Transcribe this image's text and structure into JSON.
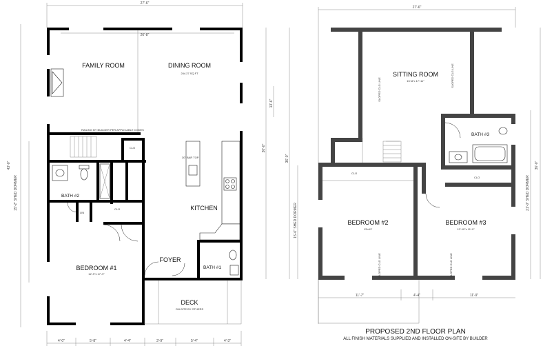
{
  "first_floor": {
    "rooms": {
      "family_room": "FAMILY ROOM",
      "dining_room": "DINING ROOM",
      "kitchen": "KITCHEN",
      "bath_2": "BATH #2",
      "bath_1": "BATH #1",
      "bedroom_1": "BEDROOM #1",
      "bedroom_1_size": "12'-9\"x 17'-9\"",
      "foyer": "FOYER",
      "deck": "DECK",
      "deck_note": "ON-SITE BY OTHERS",
      "clo_1": "CLO",
      "clo_2": "CLO",
      "lin": "LIN"
    },
    "notes": {
      "dining_sqft": "244.27 SQ FT",
      "stair_note": "RAILING BY BUILDER PER APPLICABLE CODES",
      "bar_top": "30\" BAR TOP"
    },
    "dimensions": {
      "top_overall": "27'-6\"",
      "top_inner": "26'-8\"",
      "left_overall": "43'-0\"",
      "left_shed": "15'-2\" SHED DORMER",
      "right_inner": "30'-0\"",
      "right_small": "13'-6\"",
      "bottom": [
        "4'-0\"",
        "5'-8\"",
        "4'-4\"",
        "3'-9\"",
        "5'-4\"",
        "4'-3\""
      ]
    }
  },
  "second_floor": {
    "title": "PROPOSED 2ND FLOOR PLAN",
    "subtitle": "ALL FINISH MATERIALS SUPPLIED AND INSTALLED ON-SITE BY BUILDER",
    "rooms": {
      "sitting_room": "SITTING ROOM",
      "sitting_room_size": "15'-8\"x 17'-11\"",
      "bath_3": "BATH #3",
      "bedroom_2": "BEDROOM #2",
      "bedroom_2_size": "13'x12'",
      "bedroom_3": "BEDROOM #3",
      "bedroom_3_size": "12'-10\"x 11'-9\"",
      "clo_1": "CLO",
      "clo_2": "CLO"
    },
    "notes": {
      "sloped_1": "SLOPED CLG LINE",
      "sloped_2": "SLOPED CLG LINE",
      "sloped_3": "SLOPED CLG LINE",
      "sloped_4": "SLOPED CLG LINE"
    },
    "dimensions": {
      "top_overall": "27'-6\"",
      "right_overall": "36'-0\"",
      "right_shed": "21'-0\" SHED DORMER",
      "left_overall": "36'-0\"",
      "left_shed": "15'-0\" SHED DORMER",
      "bottom": [
        "11'-7\"",
        "4'-4\"",
        "11'-9\""
      ]
    }
  }
}
